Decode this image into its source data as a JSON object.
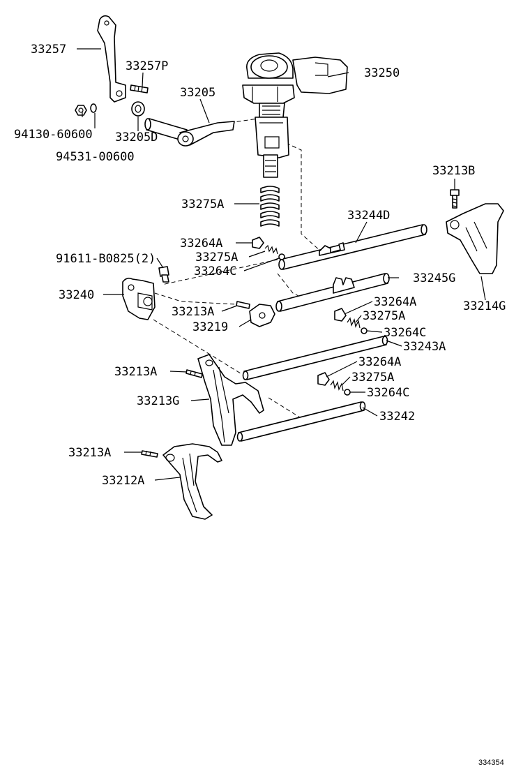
{
  "labels": {
    "p33257": "33257",
    "p33257P": "33257P",
    "p33250": "33250",
    "p33205": "33205",
    "p94130": "94130-60600",
    "p33205D": "33205D",
    "p94531": "94531-00600",
    "p33213B": "33213B",
    "p33275A_1": "33275A",
    "p33244D": "33244D",
    "p33264A_1": "33264A",
    "p33275A_2": "33275A",
    "p91611": "91611-B0825(2)",
    "p33264C_1": "33264C",
    "p33245G": "33245G",
    "p33240": "33240",
    "p33214G": "33214G",
    "p33264A_2": "33264A",
    "p33213A_1": "33213A",
    "p33275A_3": "33275A",
    "p33219": "33219",
    "p33264C_2": "33264C",
    "p33243A": "33243A",
    "p33264A_3": "33264A",
    "p33213A_2": "33213A",
    "p33275A_4": "33275A",
    "p33213G": "33213G",
    "p33264C_3": "33264C",
    "p33242": "33242",
    "p33213A_3": "33213A",
    "p33212A": "33212A"
  },
  "figure_ref": "334354"
}
